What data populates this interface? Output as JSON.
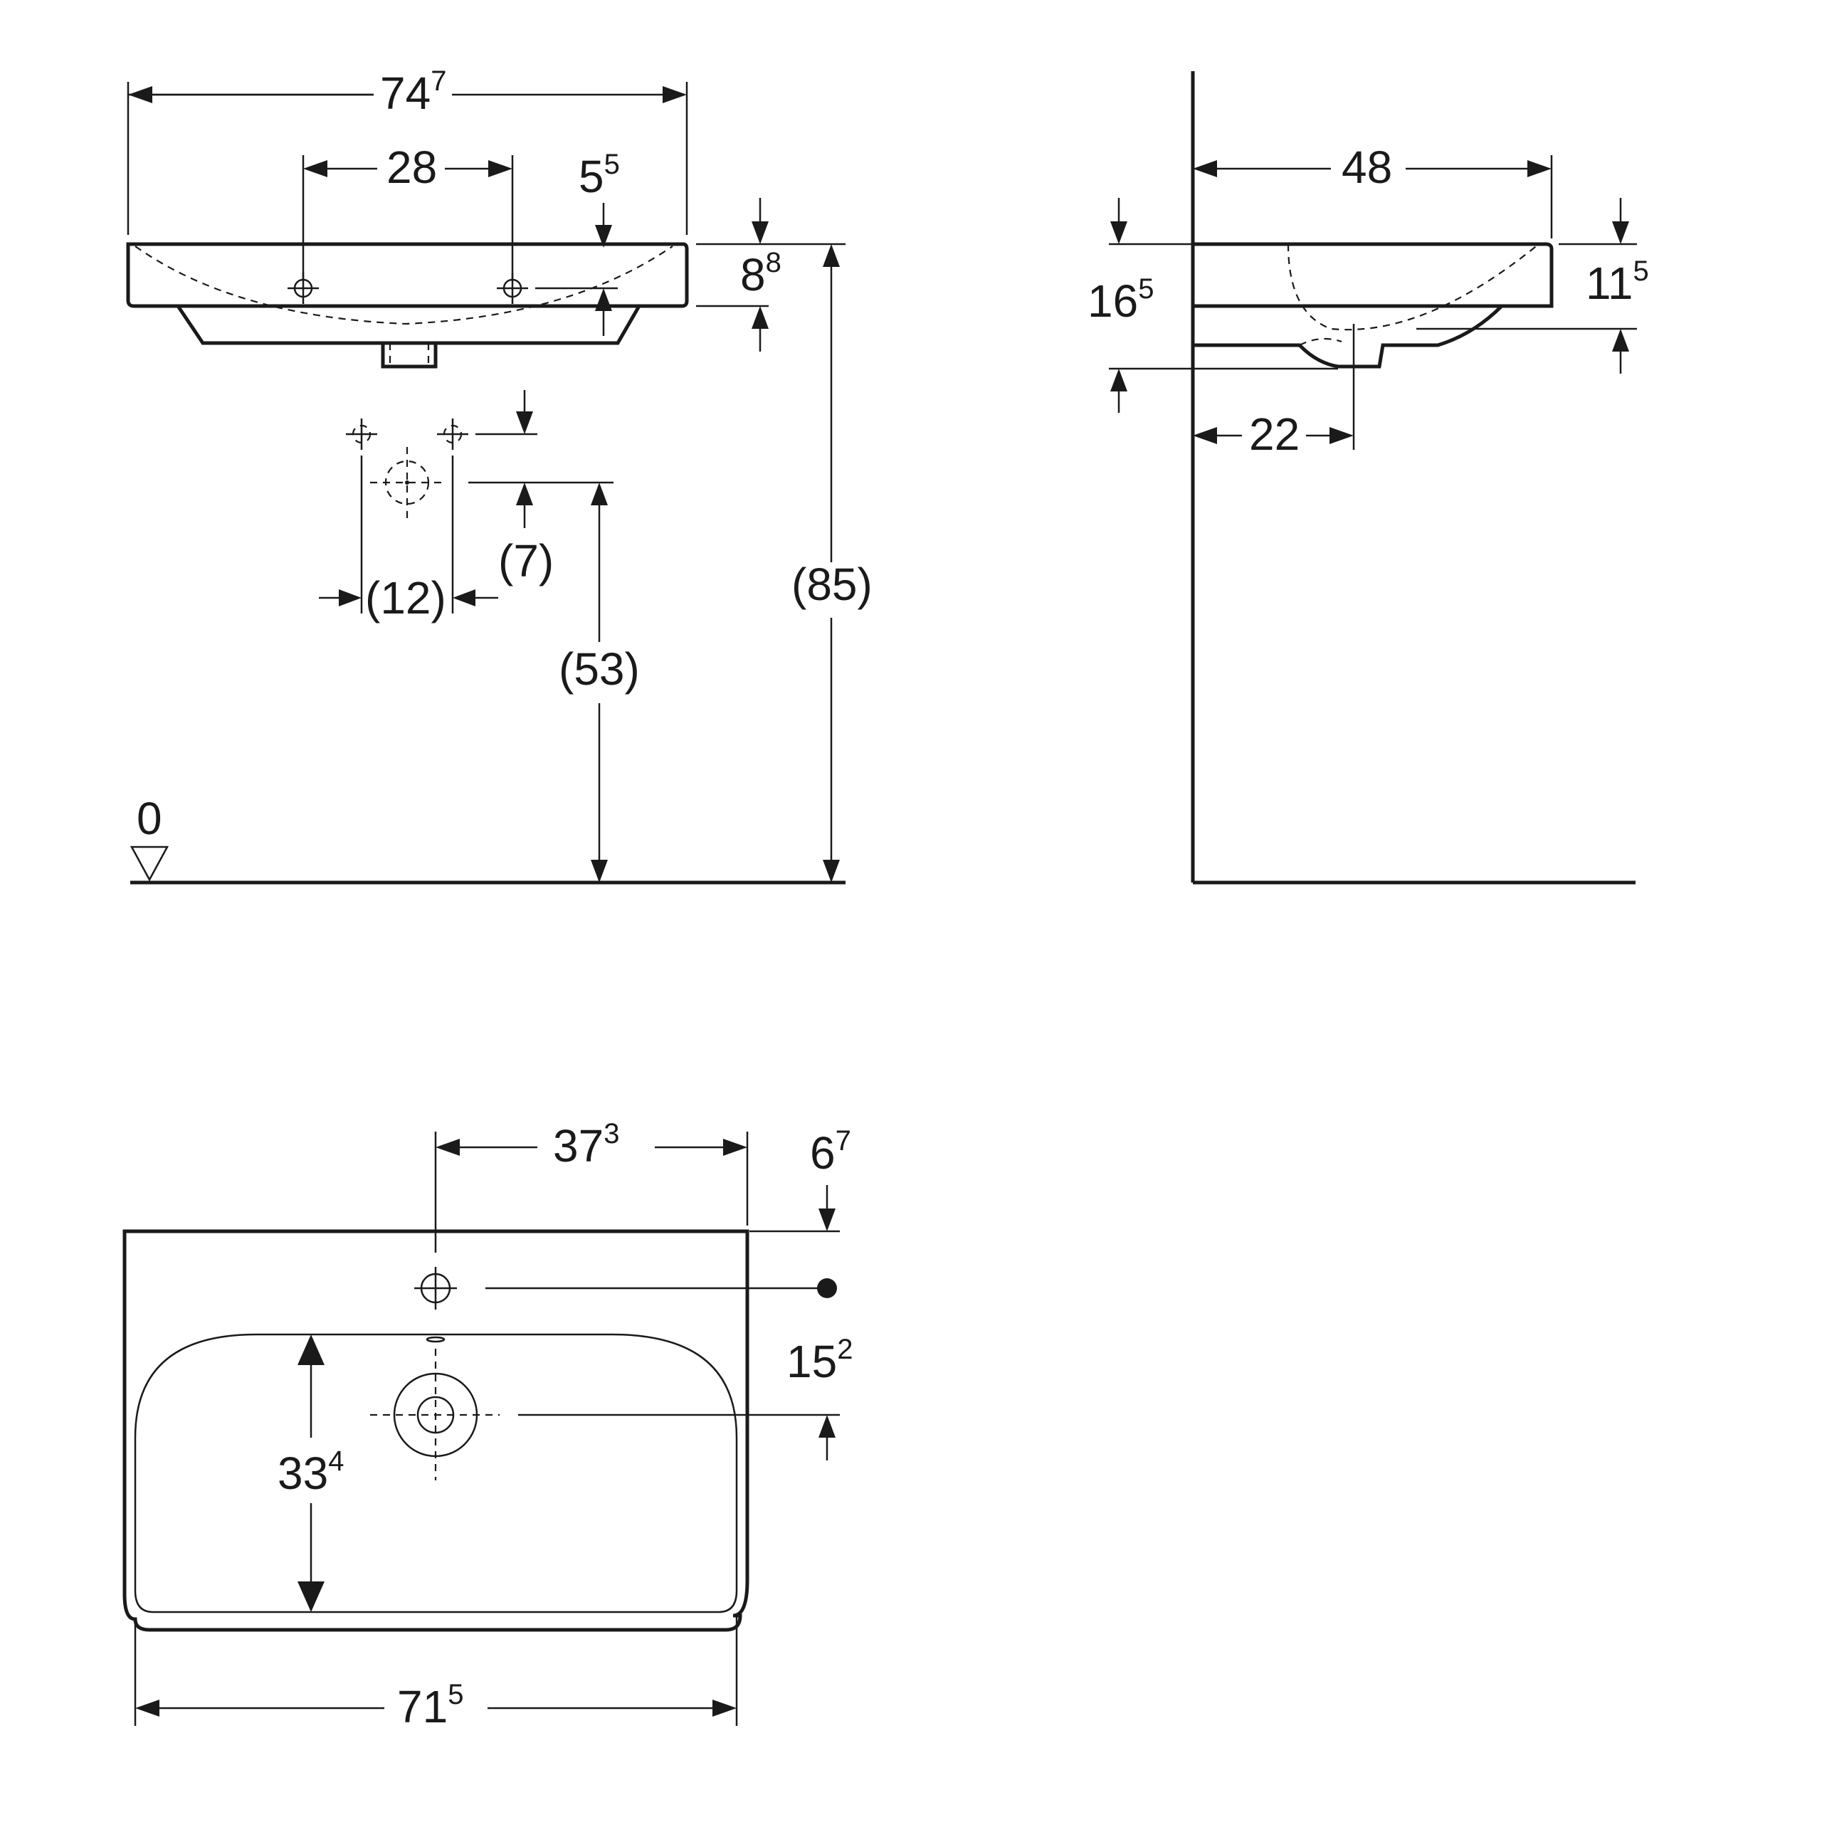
{
  "front_view": {
    "overall_width": {
      "main": "74",
      "sup": "7"
    },
    "tap_hole_spacing": {
      "main": "28",
      "sup": ""
    },
    "rim_offset": {
      "main": "5",
      "sup": "5"
    },
    "rim_height": {
      "main": "8",
      "sup": "8"
    },
    "supply_spacing": {
      "main": "(12)",
      "sup": ""
    },
    "supply_height_offset": {
      "main": "(7)",
      "sup": ""
    },
    "drain_height": {
      "main": "(53)",
      "sup": ""
    },
    "total_height": {
      "main": "(85)",
      "sup": ""
    },
    "floor_level": {
      "main": "0",
      "sup": ""
    }
  },
  "side_view": {
    "depth": {
      "main": "48",
      "sup": ""
    },
    "overall_height": {
      "main": "16",
      "sup": "5"
    },
    "bowl_height": {
      "main": "11",
      "sup": "5"
    },
    "drain_distance": {
      "main": "22",
      "sup": ""
    }
  },
  "top_view": {
    "tap_hole_offset": {
      "main": "37",
      "sup": "3"
    },
    "tap_hole_back_distance": {
      "main": "6",
      "sup": "7"
    },
    "drain_back_distance": {
      "main": "15",
      "sup": "2"
    },
    "bowl_depth": {
      "main": "33",
      "sup": "4"
    },
    "bowl_width": {
      "main": "71",
      "sup": "5"
    }
  }
}
